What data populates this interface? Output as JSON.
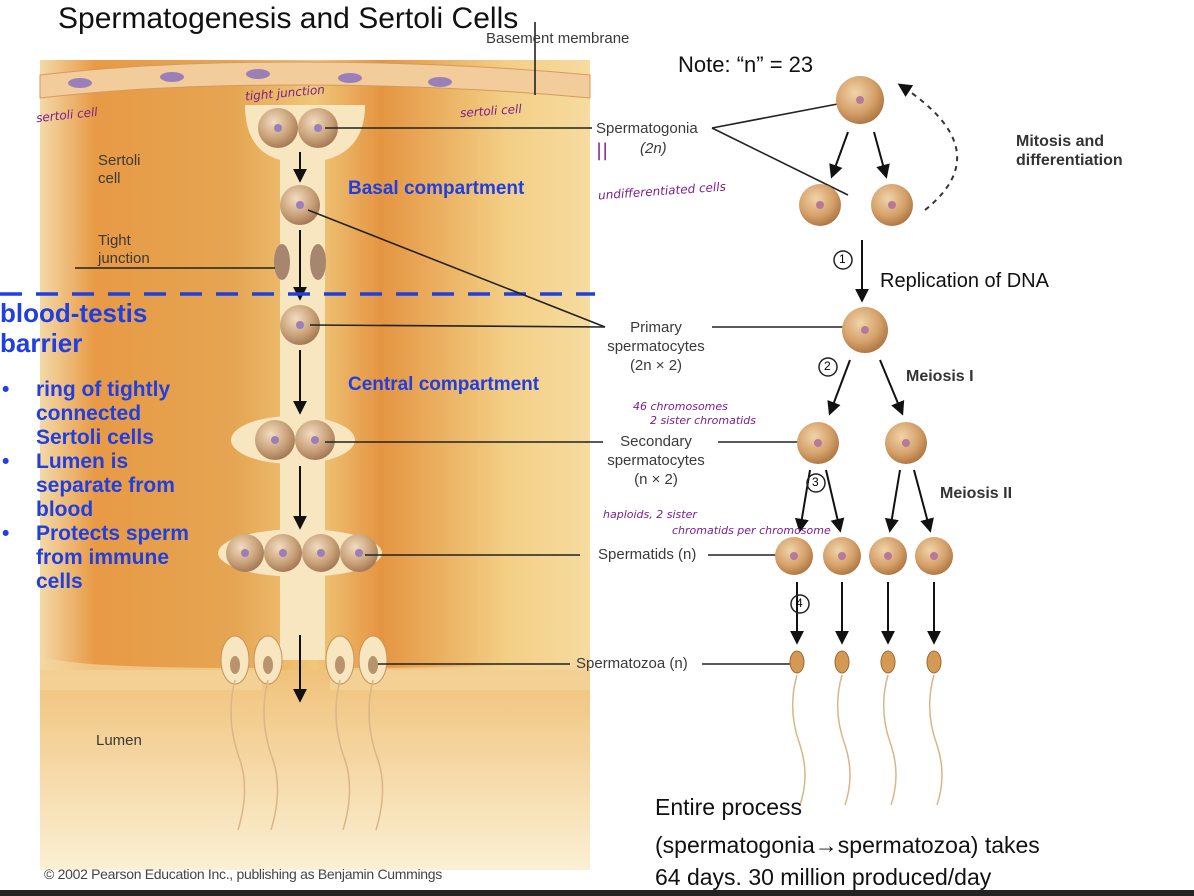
{
  "title": "Spermatogenesis and Sertoli Cells",
  "figure_labels": {
    "basement_membrane": "Basement membrane",
    "sertoli_cell": "Sertoli",
    "sertoli_cell_2": "cell",
    "tight_junction": "Tight",
    "tight_junction_2": "junction",
    "lumen": "Lumen",
    "spermatogonia": "Spermatogonia",
    "spermatogonia_ploidy": "(2n)",
    "primary": "Primary",
    "primary_2": "spermatocytes",
    "primary_ploidy": "(2n × 2)",
    "secondary": "Secondary",
    "secondary_2": "spermatocytes",
    "secondary_ploidy": "(n × 2)",
    "spermatids": "Spermatids (n)",
    "spermatozoa": "Spermatozoa (n)",
    "mitosis": "Mitosis and",
    "mitosis_2": "differentiation",
    "meiosis1": "Meiosis I",
    "meiosis2": "Meiosis II",
    "step1": "1",
    "step2": "2",
    "step3": "3",
    "step4": "4",
    "replication": "Replication of DNA"
  },
  "annotations": {
    "basal_compartment": "Basal compartment",
    "central_compartment": "Central compartment",
    "note": "Note:  “n” = 23",
    "barrier_title": "blood-testis",
    "barrier_title_2": "barrier",
    "barrier_bullets": [
      "ring of tightly connected Sertoli cells",
      "Lumen is separate from blood",
      "Protects sperm from immune cells"
    ],
    "process_line1": "Entire process",
    "process_line2": "(spermatogonia→spermatozoa) takes",
    "process_line3": "64 days.  30 million produced/day"
  },
  "handwritten": {
    "sertoli_left": "sertoli cell",
    "tight_junction": "tight junction",
    "sertoli_right": "sertoli cell",
    "undifferentiated": "undifferentiated cells",
    "chromosomes": "46 chromosomes",
    "sister": "2 sister chromatids",
    "haploids": "haploids, 2 sister",
    "per_chromosome": "chromatids per chromosome"
  },
  "copyright": "© 2002 Pearson Education Inc., publishing as Benjamin Cummings",
  "colors": {
    "annotation_blue": "#1f3fe0",
    "handwriting_purple": "#7a1f8f",
    "tissue_orange": "#e8973f",
    "cell_tan": "#c9a27a",
    "nucleus_purple": "#9b7fb8"
  }
}
